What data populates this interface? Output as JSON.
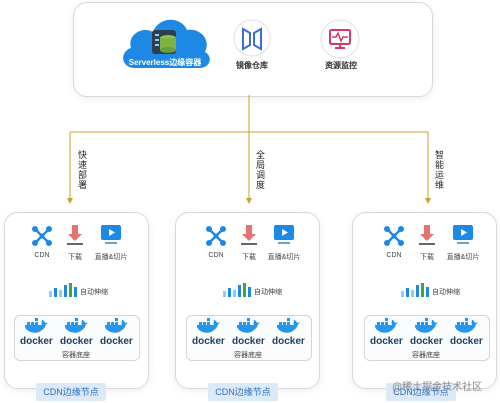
{
  "top": {
    "serverless_label": "Serverless边缘容器",
    "mirror_label": "镜像仓库",
    "monitor_label": "资源监控"
  },
  "connectors": {
    "left": "快速部署",
    "middle": "全局调度",
    "right": "智能运维"
  },
  "nodes": [
    {
      "cdn_label": "CDN",
      "download_label": "下载",
      "live_label": "直播&切片",
      "scale_label": "自动伸缩",
      "docker_label": "docker",
      "container_label": "容器底座",
      "footer": "CDN边缘节点"
    },
    {
      "cdn_label": "CDN",
      "download_label": "下载",
      "live_label": "直播&切片",
      "scale_label": "自动伸缩",
      "docker_label": "docker",
      "container_label": "容器底座",
      "footer": "CDN边缘节点"
    },
    {
      "cdn_label": "CDN",
      "download_label": "下载",
      "live_label": "直播&切片",
      "scale_label": "自动伸缩",
      "docker_label": "docker",
      "container_label": "容器底座",
      "footer": "CDN边缘节点"
    }
  ],
  "watermark": "@稀土掘金技术社区",
  "colors": {
    "accent_blue": "#1e88e5",
    "arrow": "#c9a227",
    "footer_bg": "#dbe9f8",
    "mirror_icon": "#3b6fd4",
    "monitor_icon": "#d63a64"
  }
}
